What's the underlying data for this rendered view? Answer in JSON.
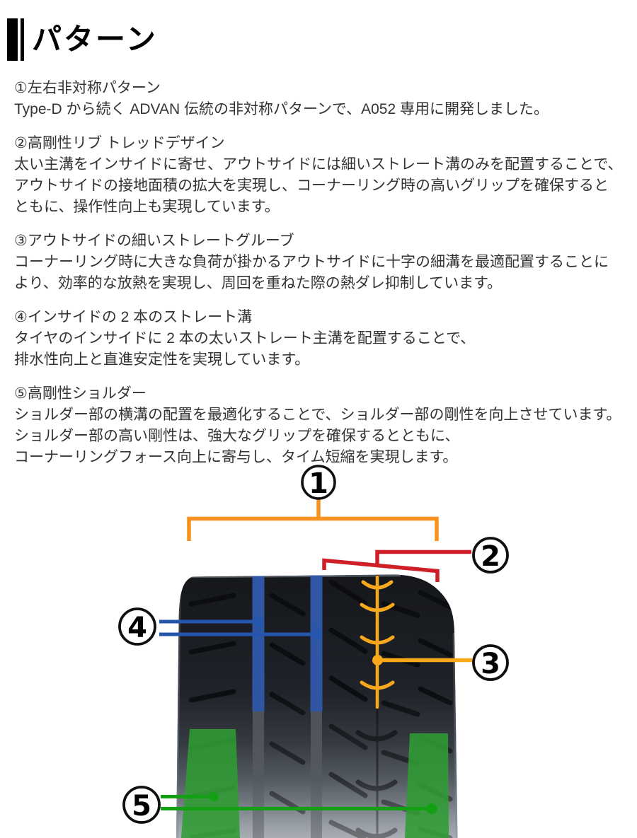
{
  "header": {
    "title": "パターン"
  },
  "sections": [
    {
      "heading": "①左右非対称パターン",
      "lines": [
        "Type-D から続く ADVAN 伝統の非対称パターンで、A052 専用に開発しました。"
      ]
    },
    {
      "heading": "②高剛性リブ トレッドデザイン",
      "lines": [
        "太い主溝をインサイドに寄せ、アウトサイドには細いストレート溝のみを配置することで、",
        "アウトサイドの接地面積の拡大を実現し、コーナーリング時の高いグリップを確保すると",
        "ともに、操作性向上も実現しています。"
      ]
    },
    {
      "heading": "③アウトサイドの細いストレートグルーブ",
      "lines": [
        "コーナーリング時に大きな負荷が掛かるアウトサイドに十字の細溝を最適配置することに",
        "より、効率的な放熱を実現し、周回を重ねた際の熱ダレ抑制しています。"
      ]
    },
    {
      "heading": "④インサイドの 2 本のストレート溝",
      "lines": [
        "タイヤのインサイドに 2 本の太いストレート主溝を配置することで、",
        "排水性向上と直進安定性を実現しています。"
      ]
    },
    {
      "heading": "⑤高剛性ショルダー",
      "lines": [
        "ショルダー部の横溝の配置を最適化することで、ショルダー部の剛性を向上させています。",
        "ショルダー部の高い剛性は、強大なグリップを確保するとともに、",
        "コーナーリングフォース向上に寄与し、タイム短縮を実現します。"
      ]
    }
  ],
  "diagram": {
    "callouts": [
      {
        "label": "1"
      },
      {
        "label": "2"
      },
      {
        "label": "3"
      },
      {
        "label": "4"
      },
      {
        "label": "5"
      }
    ],
    "colors": {
      "orange": "#F6911E",
      "red": "#CE1F26",
      "yellow": "#F7A81B",
      "blue": "#2456AE",
      "green": "#14A014",
      "green_overlay": "#2F9C33",
      "blue_overlay": "#2D55A8"
    }
  }
}
